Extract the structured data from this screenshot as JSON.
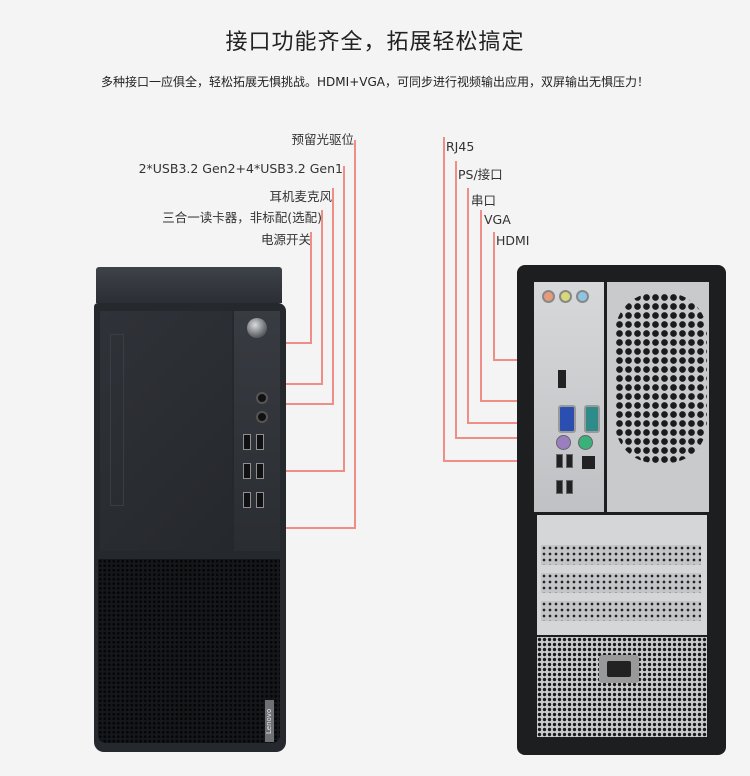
{
  "header": {
    "title": "接口功能齐全，拓展轻松搞定",
    "subtitle": "多种接口一应俱全，轻松拓展无惧挑战。HDMI+VGA，可同步进行视频输出应用，双屏输出无惧压力！"
  },
  "front_labels": [
    {
      "id": "odd",
      "text": "预留光驱位"
    },
    {
      "id": "usb",
      "text": "2*USB3.2 Gen2+4*USB3.2 Gen1"
    },
    {
      "id": "audio",
      "text": "耳机麦克风"
    },
    {
      "id": "cardreader",
      "text": "三合一读卡器，非标配(选配)"
    },
    {
      "id": "power",
      "text": "电源开关"
    }
  ],
  "rear_labels": [
    {
      "id": "rj45",
      "text": "RJ45"
    },
    {
      "id": "ps2",
      "text": "PS/接口"
    },
    {
      "id": "serial",
      "text": "串口"
    },
    {
      "id": "vga",
      "text": "VGA"
    },
    {
      "id": "hdmi",
      "text": "HDMI"
    }
  ],
  "brand": {
    "logo_text": "Lenovo"
  },
  "colors": {
    "background": "#f4f4f4",
    "callout_line": "#ef8e86",
    "chassis": "#25282d"
  }
}
